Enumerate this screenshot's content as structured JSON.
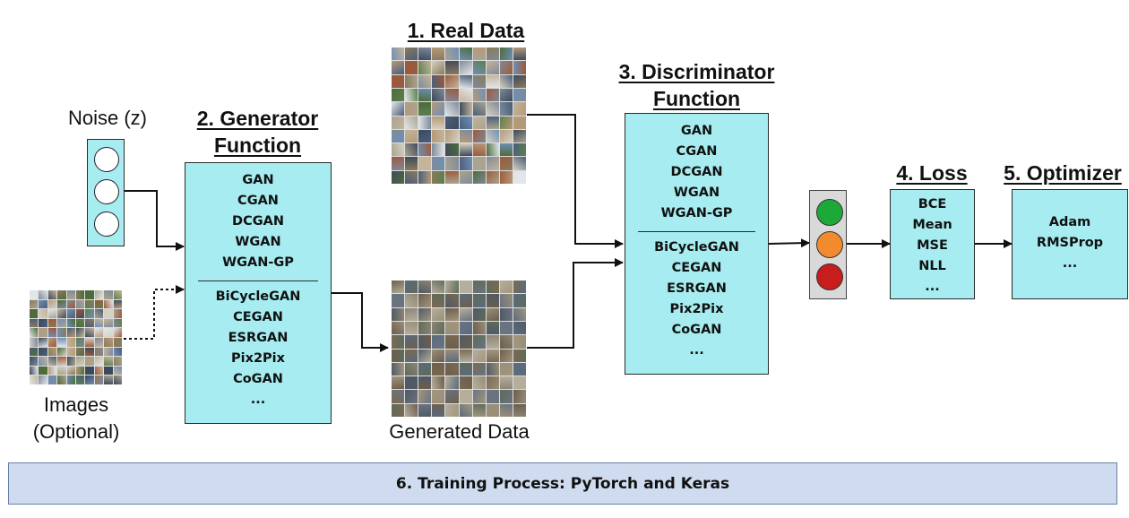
{
  "noise": {
    "label": "Noise (z)"
  },
  "images": {
    "label_line1": "Images",
    "label_line2": "(Optional)"
  },
  "generator": {
    "heading_line1": "2. Generator",
    "heading_line2": "Function",
    "group1": [
      "GAN",
      "CGAN",
      "DCGAN",
      "WGAN",
      "WGAN-GP"
    ],
    "group2": [
      "BiCycleGAN",
      "CEGAN",
      "ESRGAN",
      "Pix2Pix",
      "CoGAN",
      "..."
    ]
  },
  "real_data": {
    "heading": "1. Real Data"
  },
  "generated_data": {
    "label": "Generated Data"
  },
  "discriminator": {
    "heading_line1": "3. Discriminator",
    "heading_line2": "Function",
    "group1": [
      "GAN",
      "CGAN",
      "DCGAN",
      "WGAN",
      "WGAN-GP"
    ],
    "group2": [
      "BiCycleGAN",
      "CEGAN",
      "ESRGAN",
      "Pix2Pix",
      "CoGAN",
      "..."
    ]
  },
  "traffic_light": {
    "colors": [
      "#1fa83a",
      "#f28a2e",
      "#c81d1d"
    ]
  },
  "loss": {
    "heading": "4. Loss",
    "items": [
      "BCE",
      "Mean",
      "MSE",
      "NLL",
      "..."
    ]
  },
  "optimizer": {
    "heading": "5. Optimizer",
    "items": [
      "Adam",
      "RMSProp",
      "..."
    ]
  },
  "training": {
    "label": "6. Training Process: PyTorch and Keras"
  },
  "colors": {
    "box_fill": "#a6ecf0",
    "banner_fill": "#cfdcef",
    "banner_border": "#6a7fa6"
  }
}
